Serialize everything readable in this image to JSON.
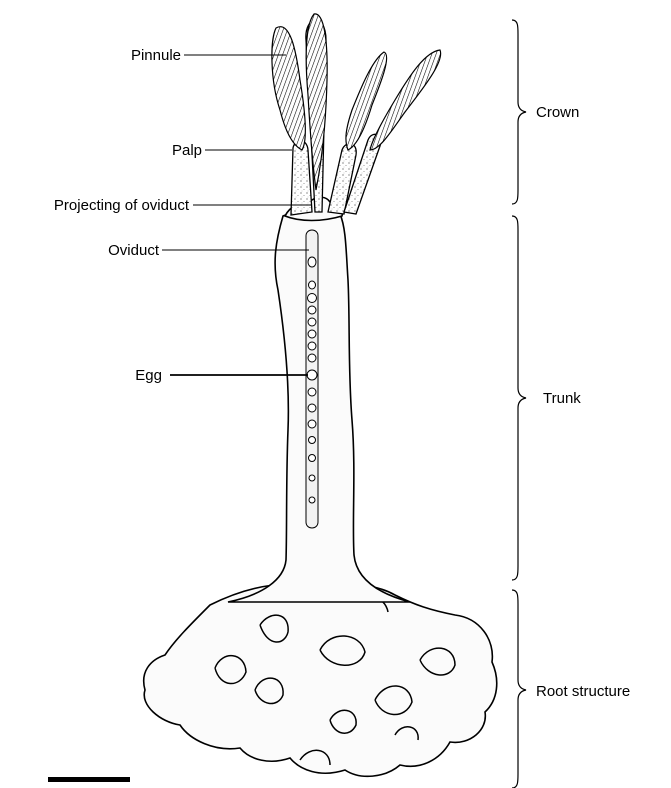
{
  "labels": {
    "pinnule": "Pinnule",
    "palp": "Palp",
    "projecting_oviduct": "Projecting of oviduct",
    "oviduct": "Oviduct",
    "egg": "Egg"
  },
  "regions": {
    "crown": "Crown",
    "trunk": "Trunk",
    "root": "Root structure"
  }
}
